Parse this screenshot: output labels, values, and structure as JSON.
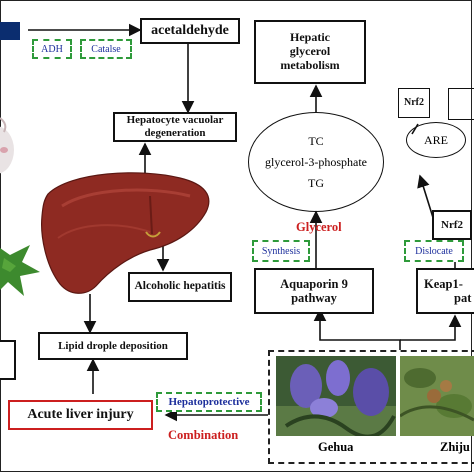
{
  "colors": {
    "ethanol_fill": "#0b2d6f",
    "dashed_border": "#2e9a3a",
    "accent_red": "#cc1f1f",
    "enzyme_text": "#1d2f9c"
  },
  "left": {
    "acetaldehyde": "acetaldehyde",
    "enzymes": [
      "ADH",
      "Catalse"
    ],
    "vacuolar": "Hepatocyte vacuolar degeneration",
    "alcoholic_hepatitis": "Alcoholic hepatitis",
    "lipid": "Lipid  drople deposition",
    "acute": "Acute liver injury",
    "hepatoprotective": "Hepatoprotective",
    "combination": "Combination"
  },
  "right": {
    "hepatic": [
      "Hepatic",
      "glycerol",
      "metabolism"
    ],
    "ellipse": [
      "TC",
      "glycerol-3-phosphate",
      "TG"
    ],
    "glycerol": "Glycerol",
    "synthesis": "Synthesis",
    "aquaporin": [
      "Aquaporin 9",
      "pathway"
    ],
    "nrf2_top": "Nrf2",
    "are": "ARE",
    "nrf2_mid": "Nrf2",
    "dislocate": "Dislocate",
    "keap": [
      "Keap1-",
      "pat"
    ],
    "herbs": [
      "Gehua",
      "Zhiju"
    ]
  }
}
